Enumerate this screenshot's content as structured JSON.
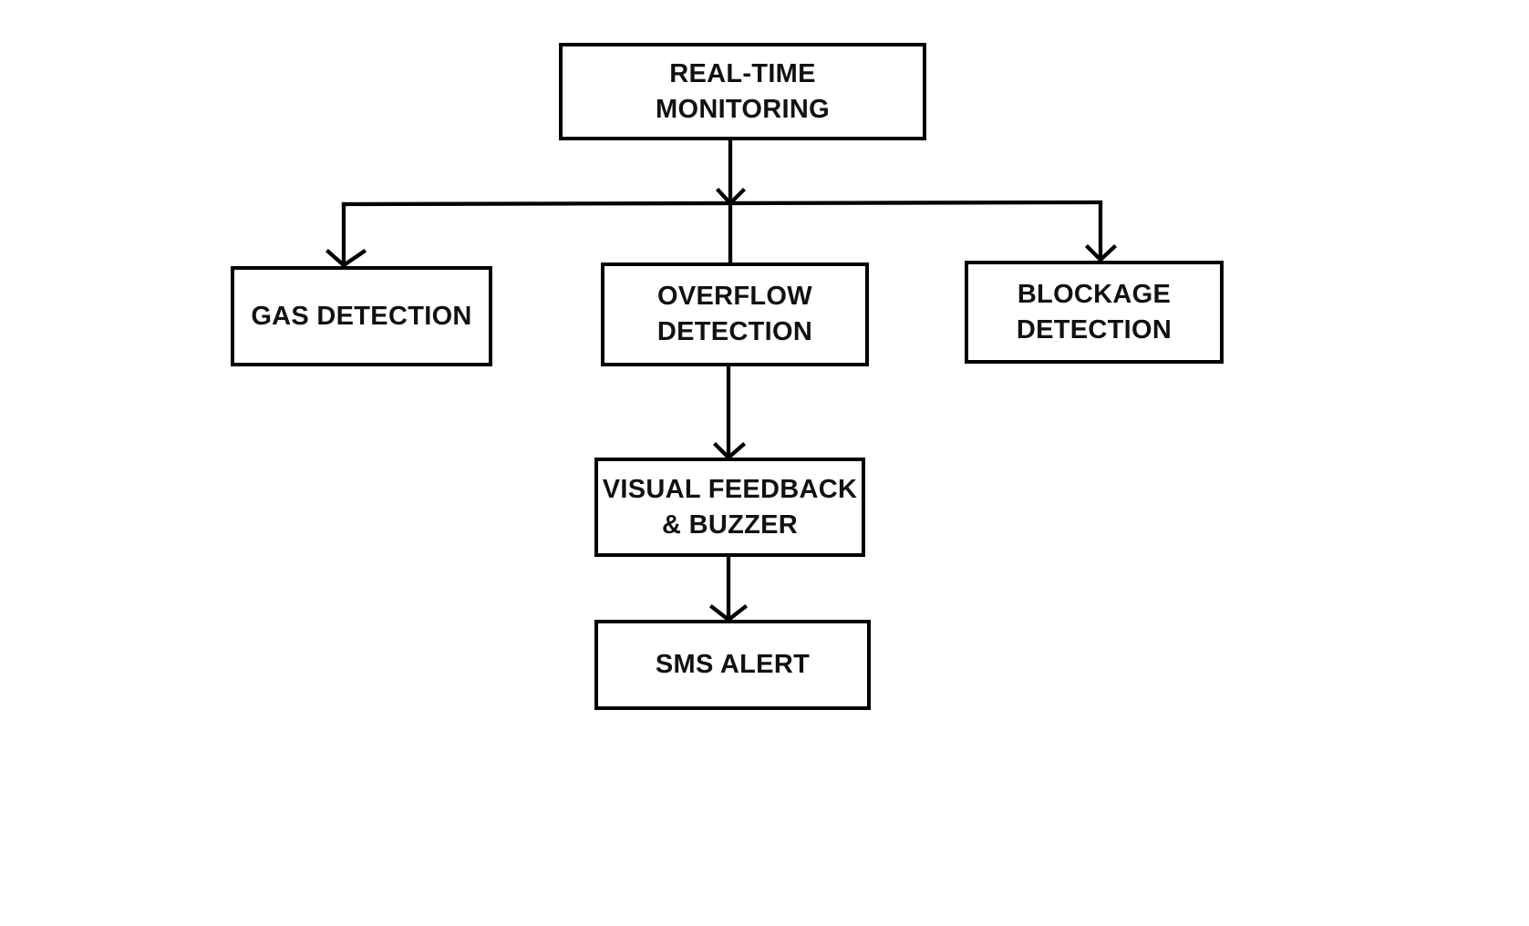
{
  "diagram": {
    "nodes": [
      {
        "id": "monitoring",
        "lines": [
          "REAL-TIME",
          "MONITORING"
        ]
      },
      {
        "id": "gas",
        "lines": [
          "GAS DETECTION"
        ]
      },
      {
        "id": "overflow",
        "lines": [
          "OVERFLOW",
          "DETECTION"
        ]
      },
      {
        "id": "blockage",
        "lines": [
          "BLOCKAGE",
          "DETECTION"
        ]
      },
      {
        "id": "visual",
        "lines": [
          "VISUAL FEEDBACK",
          "& BUZZER"
        ]
      },
      {
        "id": "sms",
        "lines": [
          "SMS ALERT"
        ]
      }
    ],
    "edges": [
      {
        "from": "monitoring",
        "to": "gas"
      },
      {
        "from": "monitoring",
        "to": "overflow"
      },
      {
        "from": "monitoring",
        "to": "blockage"
      },
      {
        "from": "overflow",
        "to": "visual"
      },
      {
        "from": "visual",
        "to": "sms"
      }
    ],
    "colors": {
      "stroke": "#000000",
      "text": "#111111",
      "background": "#ffffff"
    }
  }
}
